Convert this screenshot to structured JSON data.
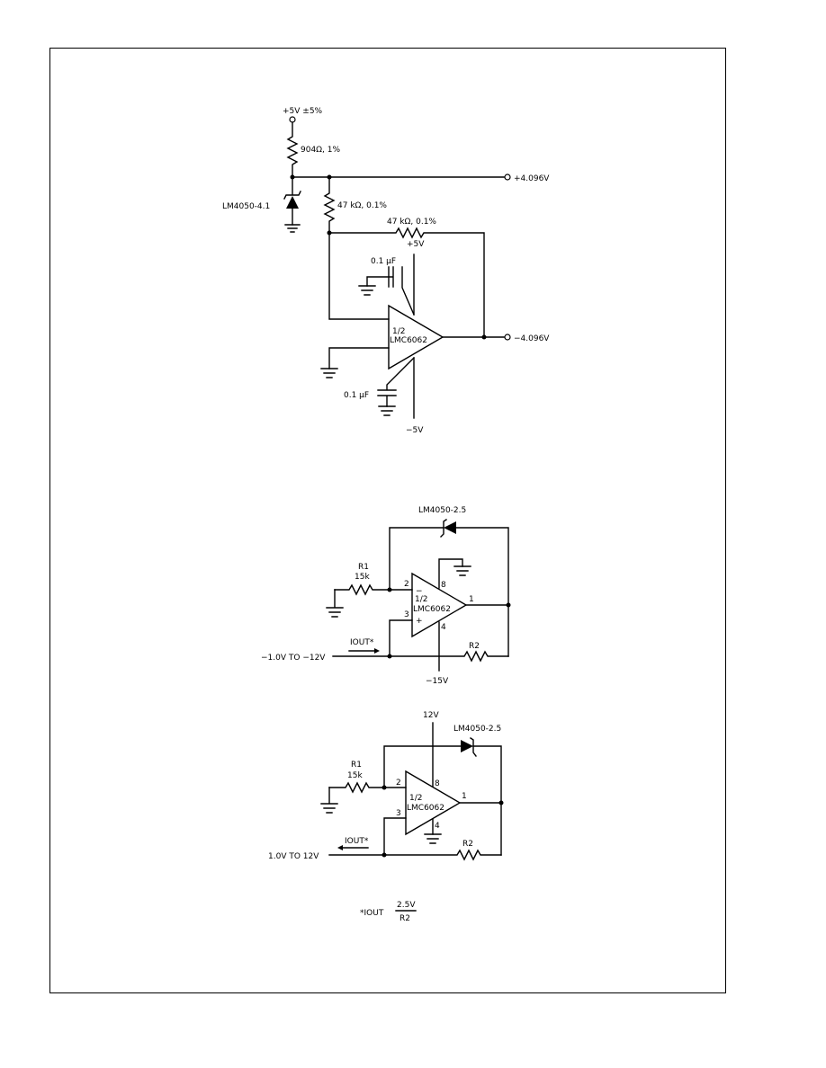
{
  "circuit1": {
    "supply_top": "+5V ±5%",
    "r_series": "904Ω, 1%",
    "ref_diode": "LM4050-4.1",
    "r_upper": "47 kΩ, 0.1%",
    "r_feedback": "47 kΩ, 0.1%",
    "op_pos_supply": "+5V",
    "cap_top": "0.1 µF",
    "op_label_1": "1/2",
    "op_label_2": "LMC6062",
    "cap_bottom": "0.1 µF",
    "op_neg_supply": "−5V",
    "out_pos": "+4.096V",
    "out_neg": "−4.096V"
  },
  "circuit2": {
    "ref_diode": "LM4050-2.5",
    "r1_name": "R1",
    "r1_value": "15k",
    "pin2": "2",
    "pin3": "3",
    "pin8": "8",
    "pin1": "1",
    "pin4": "4",
    "minus_sign": "−",
    "plus_sign": "+",
    "op_label_1": "1/2",
    "op_label_2": "LMC6062",
    "iout_label": "IOUT*",
    "range": "−1.0V TO −12V",
    "r2_name": "R2",
    "neg_supply": "−15V"
  },
  "circuit3": {
    "pos_supply": "12V",
    "ref_diode": "LM4050-2.5",
    "r1_name": "R1",
    "r1_value": "15k",
    "pin2": "2",
    "pin3": "3",
    "pin8": "8",
    "pin1": "1",
    "pin4": "4",
    "op_label_1": "1/2",
    "op_label_2": "LMC6062",
    "iout_label": "IOUT*",
    "range": "1.0V TO 12V",
    "r2_name": "R2"
  },
  "footnote": {
    "prefix": "*IOUT",
    "numerator": "2.5V",
    "denominator": "R2"
  }
}
